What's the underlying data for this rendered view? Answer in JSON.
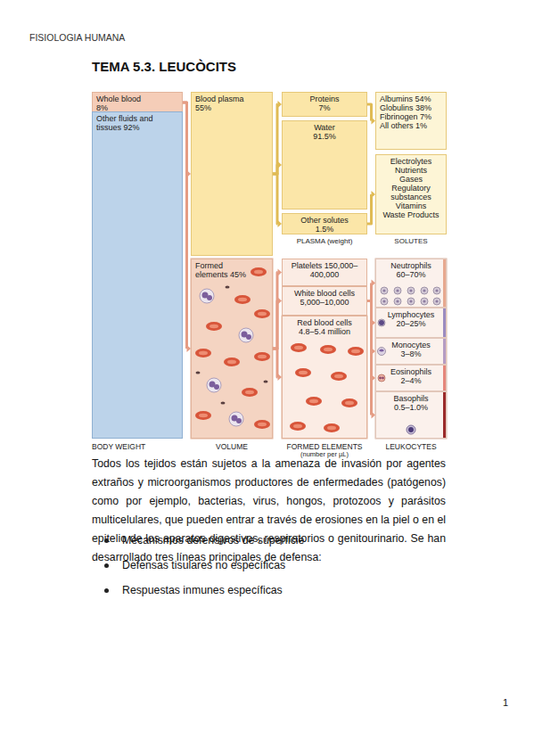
{
  "diagram": {
    "title": "TEMA 5.3. LEUCÒCITS",
    "nodes": [
      {
        "text": [
          "Whole blood 8%"
        ]
      },
      {
        "text": [
          "Other fluids and tissues 92%"
        ]
      },
      {
        "text": [
          "Blood plasma 55%"
        ]
      },
      {
        "text": [
          "Formed elements 45%"
        ]
      },
      {
        "text": [
          "Proteins 7%"
        ]
      },
      {
        "text": [
          "Water 91.5%"
        ]
      },
      {
        "text": [
          "Other solutes 1.5%"
        ]
      },
      {
        "text": [
          "Albumins 54%",
          "Globulins 38%",
          "Fibrinogen 7%",
          "All others 1%"
        ]
      },
      {
        "text": [
          "Electrolytes",
          "Nutrients",
          "Gases",
          "Regulatory substances",
          "Vitamins",
          "Waste Products"
        ]
      },
      {
        "text": [
          "Platelets 150,000–400,000"
        ]
      },
      {
        "text": [
          "White blood cells 5,000–10,000"
        ]
      },
      {
        "text": [
          "Red blood cells 4.8–5.4 million"
        ]
      },
      {
        "text": [
          "Neutrophils 60–70%"
        ]
      },
      {
        "text": [
          "Lymphocytes 20–25%"
        ]
      },
      {
        "text": [
          "Monocytes 3–8%"
        ]
      },
      {
        "text": [
          "Eosinophils 2–4%"
        ]
      },
      {
        "text": [
          "Basophils 0.5–1.0%"
        ]
      }
    ],
    "edges": [
      {
        "from": 0,
        "to": 2,
        "arrow": "to"
      },
      {
        "from": 0,
        "to": 3,
        "arrow": "to"
      },
      {
        "from": 2,
        "to": 4,
        "arrow": "to"
      },
      {
        "from": 2,
        "to": 5,
        "arrow": "to"
      },
      {
        "from": 2,
        "to": 6,
        "arrow": "to"
      },
      {
        "from": 4,
        "to": 7,
        "arrow": "to"
      },
      {
        "from": 6,
        "to": 8,
        "arrow": "to"
      },
      {
        "from": 3,
        "to": 9,
        "arrow": "to"
      },
      {
        "from": 3,
        "to": 10,
        "arrow": "to"
      },
      {
        "from": 3,
        "to": 11,
        "arrow": "to"
      },
      {
        "from": 10,
        "to": 12,
        "arrow": "to"
      },
      {
        "from": 10,
        "to": 13,
        "arrow": "to"
      },
      {
        "from": 10,
        "to": 14,
        "arrow": "to"
      },
      {
        "from": 10,
        "to": 15,
        "arrow": "to"
      },
      {
        "from": 10,
        "to": 16,
        "arrow": "to"
      }
    ],
    "labels": [
      "FISIOLOGIA HUMANA",
      "BODY WEIGHT",
      "VOLUME",
      "PLASMA (weight)",
      "SOLUTES",
      "FORMED ELEMENTS",
      "(number per µL)",
      "LEUKOCYTES",
      "Todos los tejidos están sujetos a la amenaza de invasión por agentes extraños y microorganismos productores de enfermedades (patógenos) como por ejemplo, bacterias, virus, hongos, protozoos y parásitos multicelulares, que pueden entrar a través de erosiones en la piel o en el epitelio de los aparatos digestivos, respiratorios o genitourinario. Se han desarrollado tres líneas principales de defensa:",
      "Mecanismos defensivos de superficie",
      "Defensas tisulares no específicas",
      "Respuestas inmunes específicas",
      "1"
    ]
  }
}
